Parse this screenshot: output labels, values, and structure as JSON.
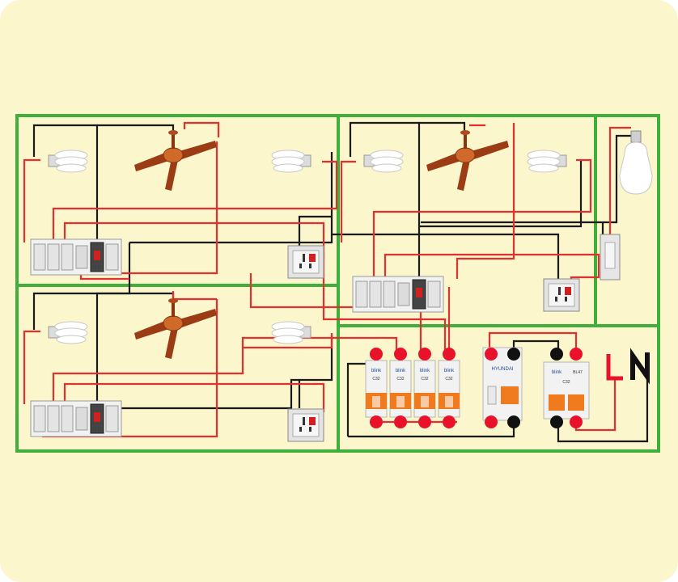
{
  "colors": {
    "background": "#fbf6cc",
    "room_border": "#3fae3a",
    "phase_wire": "#e03030",
    "neutral_wire": "#1a1a1a",
    "breaker_body": "#f2f2f2",
    "breaker_handle": "#f07a1e",
    "terminal_red": "#e8132b",
    "fan_blade": "#9c3c14"
  },
  "main_supply": {
    "phase_label": "L",
    "neutral_label": "N"
  },
  "breakers": {
    "mcb_brand": "blink",
    "mcb_model": "BL47",
    "mcb_rating": "C32",
    "rcd_brand": "HYUNDAI",
    "count_mcb": 5
  },
  "rooms": [
    {
      "name": "room-1",
      "fixtures": [
        "cfl-lamp-icon",
        "ceiling-fan-icon",
        "cfl-lamp-icon",
        "switch-board-icon",
        "socket-icon"
      ]
    },
    {
      "name": "room-2",
      "fixtures": [
        "cfl-lamp-icon",
        "ceiling-fan-icon",
        "cfl-lamp-icon",
        "switch-board-icon",
        "socket-icon"
      ]
    },
    {
      "name": "room-3",
      "fixtures": [
        "cfl-lamp-icon",
        "ceiling-fan-icon",
        "cfl-lamp-icon",
        "switch-board-icon",
        "socket-icon"
      ]
    },
    {
      "name": "room-4",
      "fixtures": [
        "led-bulb-icon",
        "switch-icon"
      ]
    },
    {
      "name": "distribution-board",
      "fixtures": [
        "mcb-icon",
        "rcd-icon",
        "main-mcb-icon"
      ]
    }
  ]
}
